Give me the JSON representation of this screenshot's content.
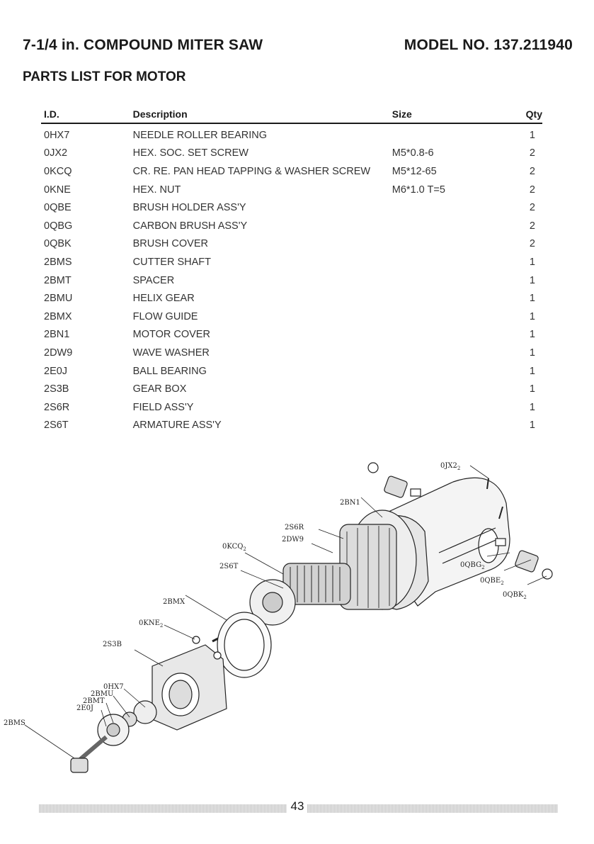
{
  "header": {
    "title": "7-1/4 in. COMPOUND MITER SAW",
    "model": "MODEL NO. 137.211940"
  },
  "section_title": "PARTS LIST FOR MOTOR",
  "table": {
    "headers": {
      "id": "I.D.",
      "description": "Description",
      "size": "Size",
      "qty": "Qty"
    },
    "rows": [
      {
        "id": "0HX7",
        "description": "NEEDLE ROLLER BEARING",
        "size": "",
        "qty": "1"
      },
      {
        "id": "0JX2",
        "description": "HEX. SOC. SET SCREW",
        "size": "M5*0.8-6",
        "qty": "2"
      },
      {
        "id": "0KCQ",
        "description": "CR. RE. PAN HEAD TAPPING & WASHER SCREW",
        "size": "M5*12-65",
        "qty": "2"
      },
      {
        "id": "0KNE",
        "description": "HEX. NUT",
        "size": "M6*1.0 T=5",
        "qty": "2"
      },
      {
        "id": "0QBE",
        "description": "BRUSH HOLDER ASS'Y",
        "size": "",
        "qty": "2"
      },
      {
        "id": "0QBG",
        "description": "CARBON BRUSH ASS'Y",
        "size": "",
        "qty": "2"
      },
      {
        "id": "0QBK",
        "description": "BRUSH COVER",
        "size": "",
        "qty": "2"
      },
      {
        "id": "2BMS",
        "description": "CUTTER SHAFT",
        "size": "",
        "qty": "1"
      },
      {
        "id": "2BMT",
        "description": "SPACER",
        "size": "",
        "qty": "1"
      },
      {
        "id": "2BMU",
        "description": "HELIX GEAR",
        "size": "",
        "qty": "1"
      },
      {
        "id": "2BMX",
        "description": "FLOW GUIDE",
        "size": "",
        "qty": "1"
      },
      {
        "id": "2BN1",
        "description": "MOTOR COVER",
        "size": "",
        "qty": "1"
      },
      {
        "id": "2DW9",
        "description": "WAVE WASHER",
        "size": "",
        "qty": "1"
      },
      {
        "id": "2E0J",
        "description": "BALL BEARING",
        "size": "",
        "qty": "1"
      },
      {
        "id": "2S3B",
        "description": "GEAR BOX",
        "size": "",
        "qty": "1"
      },
      {
        "id": "2S6R",
        "description": "FIELD ASS'Y",
        "size": "",
        "qty": "1"
      },
      {
        "id": "2S6T",
        "description": "ARMATURE ASS'Y",
        "size": "",
        "qty": "1"
      }
    ]
  },
  "diagram": {
    "callouts": {
      "c0JX2": "0JX2",
      "c2BN1": "2BN1",
      "c2S6R": "2S6R",
      "c2DW9": "2DW9",
      "c0KCQ": "0KCQ",
      "c2S6T": "2S6T",
      "c0QBG": "0QBG",
      "c0QBE": "0QBE",
      "c0QBK": "0QBK",
      "c2BMX": "2BMX",
      "c0KNE": "0KNE",
      "c2S3B": "2S3B",
      "c0HX7": "0HX7",
      "c2BMU": "2BMU",
      "c2BMT": "2BMT",
      "c2E0J": "2E0J",
      "c2BMS": "2BMS"
    },
    "subscript": "2"
  },
  "page_number": "43"
}
